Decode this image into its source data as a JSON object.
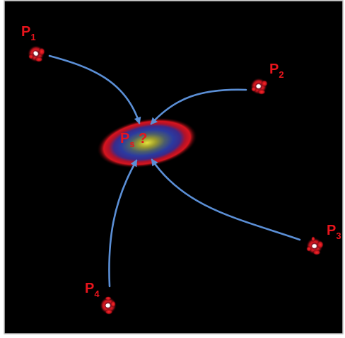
{
  "colors": {
    "background": "#000000",
    "frame": "#bfbfbf",
    "label": "#e8141c",
    "arrow": "#5b8fd6",
    "glow": "#e01a22",
    "star_core": "#ffffff"
  },
  "sources": [
    {
      "id": "p1",
      "letter": "P",
      "sub": "1"
    },
    {
      "id": "p2",
      "letter": "P",
      "sub": "2"
    },
    {
      "id": "p3",
      "letter": "P",
      "sub": "3"
    },
    {
      "id": "p4",
      "letter": "P",
      "sub": "4"
    }
  ],
  "target": {
    "letter": "P",
    "sub": "s",
    "suffix": " ?"
  }
}
